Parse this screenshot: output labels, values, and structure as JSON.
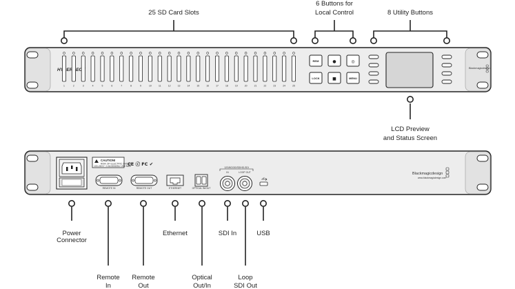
{
  "front_panel": {
    "model_logo": "HYPERDECK",
    "brand_text": "Blackmagicdesign",
    "slot_numbers": [
      "1",
      "2",
      "3",
      "4",
      "5",
      "6",
      "7",
      "8",
      "9",
      "10",
      "11",
      "12",
      "13",
      "14",
      "15",
      "16",
      "17",
      "18",
      "19",
      "20",
      "21",
      "22",
      "23",
      "24",
      "25"
    ],
    "buttons": [
      "REM",
      "●",
      "◎",
      "LOCK",
      "■",
      "MENU"
    ]
  },
  "rear_panel": {
    "caution_title": "CAUTION!",
    "caution_line1": "RISK OF ELECTRIC SHOCK",
    "caution_line2": "100-240V~ 0.3A 50/60Hz 15W MAX",
    "cert_marks": "CE ⓒ FC ✔",
    "remote_in_tag": "REMOTE IN",
    "remote_out_tag": "REMOTE OUT",
    "ethernet_tag": "ETHERNET",
    "optical_tag": "OPTICAL IN/OUT",
    "sdi_group_tag": "12G/6G/3G/SD/HD-SDI",
    "sdi_in_tag": "IN",
    "loop_out_tag": "LOOP OUT",
    "brand_text": "Blackmagicdesign",
    "brand_url": "www.blackmagicdesign.com"
  },
  "labels": {
    "sd_slots": "25 SD Card Slots",
    "local_control_1": "6 Buttons for",
    "local_control_2": "Local Control",
    "utility_buttons": "8 Utility Buttons",
    "lcd_1": "LCD Preview",
    "lcd_2": "and Status Screen",
    "power_1": "Power",
    "power_2": "Connector",
    "ethernet": "Ethernet",
    "sdi_in": "SDI In",
    "usb": "USB",
    "remote_in_1": "Remote",
    "remote_in_2": "In",
    "remote_out_1": "Remote",
    "remote_out_2": "Out",
    "optical_1": "Optical",
    "optical_2": "Out/In",
    "loop_1": "Loop",
    "loop_2": "SDI Out"
  },
  "colors": {
    "panel_fill": "#ededed",
    "ear_fill": "#e2e2e2",
    "outline": "#222222",
    "lcd_fill": "#d6d6d6"
  }
}
